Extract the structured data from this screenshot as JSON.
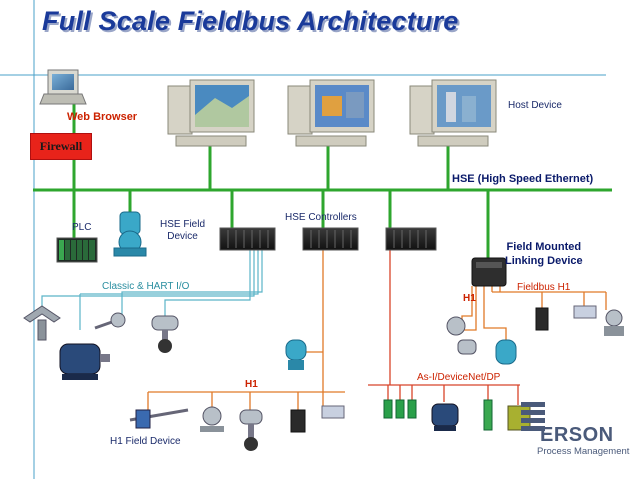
{
  "title": "Full Scale Fieldbus Architecture",
  "labels": {
    "web_browser": "Web Browser",
    "firewall": "Firewall",
    "host_device": "Host Device",
    "hse_network": "HSE (High Speed Ethernet)",
    "plc": "PLC",
    "hse_field_device": "HSE Field\nDevice",
    "hse_controllers": "HSE Controllers",
    "field_mounted_linking_device": "Field Mounted\nLinking Device",
    "classic_hart_io": "Classic & HART I/O",
    "h1_right": "H1",
    "fieldbus_h1": "Fieldbus H1",
    "h1_bottom": "H1",
    "as_i_devicenet_dp": "As-I/DeviceNet/DP",
    "h1_field_device": "H1 Field Device",
    "brand_name": "ERSON",
    "brand_sub": "Process Management"
  },
  "colors": {
    "title": "#1a3a9a",
    "hse_bus": "#2ea62e",
    "classic_io_line": "#5ab4c8",
    "h1_line": "#e07a28",
    "asi_line": "#d8442a",
    "firewall": "#e8231a",
    "header_rule": "#4aa0c8"
  },
  "icons": [
    "laptop-icon",
    "desktop-computer-icon",
    "plc-rack-icon",
    "hse-field-device-icon",
    "controller-rack-icon",
    "linking-device-icon",
    "valve-icon",
    "motor-icon",
    "transmitter-icon",
    "io-module-icon",
    "emerson-logo-icon"
  ]
}
